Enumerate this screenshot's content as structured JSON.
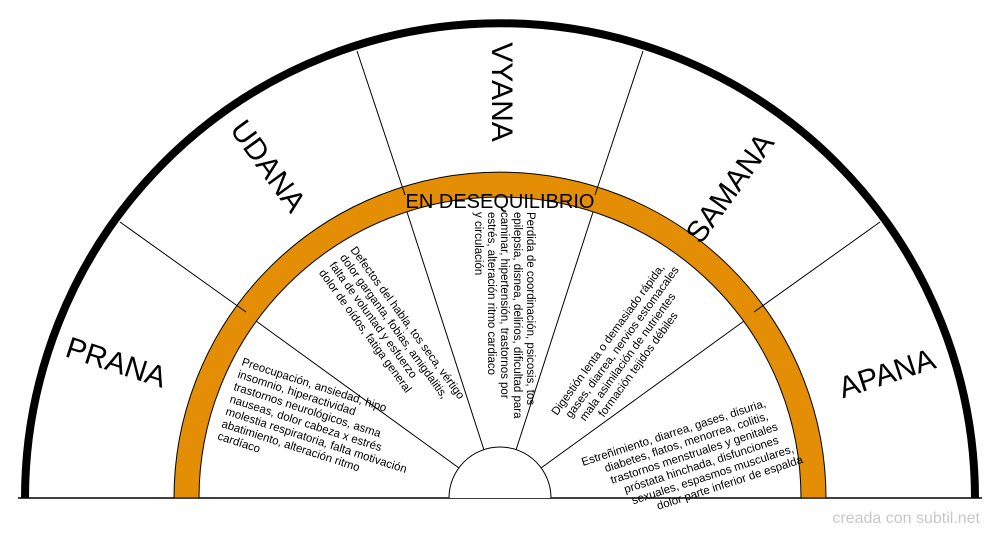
{
  "ring_label": "EN DESEQUILIBRIO",
  "watermark": "creada con subtil.net",
  "colors": {
    "ring": "#e38e04",
    "outline": "#000000",
    "background": "#ffffff",
    "watermark": "#c8c8c8"
  },
  "segments": [
    {
      "name": "PRANA",
      "lines": [
        "Preocupación, ansiedad, hipo",
        "insomnio, hiperactividad",
        "trastornos neurológicos, asma",
        "nauseas, dolor cabeza x estrés",
        "molestia respiratoria, falta motivación",
        "abatimiento, alteración ritmo",
        "cardíaco"
      ]
    },
    {
      "name": "UDANA",
      "lines": [
        "Defectos del habla, tos seca, vértigo",
        "dolor garganta, fobias, amigdalitis,",
        "falta de voluntad y esfuerzo",
        "dolor de oídos, fatiga general"
      ]
    },
    {
      "name": "VYANA",
      "lines": [
        "Perdida de coordinación, psicosis, tos",
        "epilepsia, disnea, delirios, dificultad para",
        "caminar, hipertensión, trastornos por",
        "estrés, alteración ritmo cardiaco",
        "y circulación"
      ]
    },
    {
      "name": "SAMANA",
      "lines": [
        "Digestión lenta o demasiado rápida,",
        "gases, diarrea, nervios estomacales",
        "mala asimilación de nutrientes",
        "formación tejidos débiles"
      ]
    },
    {
      "name": "APANA",
      "lines": [
        "Estreñimiento, diarrea, gases, disuria,",
        "diabetes, flatos, menorrea, colitis,",
        "trastornos menstruales y genitales",
        "próstata hinchada, disfunciones",
        "sexuales, espasmos musculares,",
        "dolor parte inferior de espalda"
      ]
    }
  ]
}
